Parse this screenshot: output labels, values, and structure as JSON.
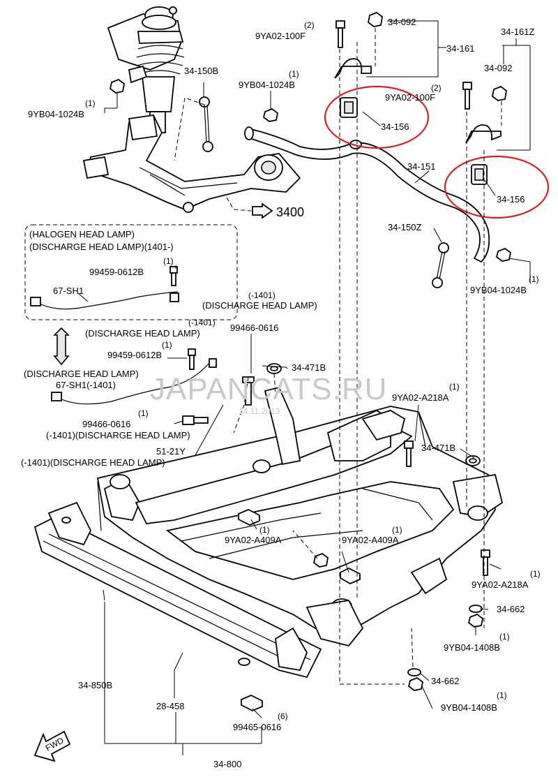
{
  "diagram": {
    "callouts": {
      "c34_092_top": "34-092",
      "c9ya02_100f_top_qty": "(2)",
      "c9ya02_100f_top": "9YA02-100F",
      "c34_161": "34-161",
      "c34_161z": "34-161Z",
      "c34_092_right": "34-092",
      "c9ya02_100f_right_qty": "(2)",
      "c9ya02_100f_right": "9YA02-100F",
      "c34_150b": "34-150B",
      "c9yb04_1024b_mid_qty": "(1)",
      "c9yb04_1024b_mid": "9YB04-1024B",
      "c9yb04_1024b_left_qty": "(1)",
      "c9yb04_1024b_left": "9YB04-1024B",
      "c34_156_a": "34-156",
      "c34_156_b": "34-156",
      "c34_151": "34-151",
      "c34_150z": "34-150Z",
      "c9yb04_1024b_right_qty": "(1)",
      "c9yb04_1024b_right": "9YB04-1024B",
      "c3400": "3400",
      "halogen_line1": "(HALOGEN HEAD LAMP)",
      "halogen_line2": "(DISCHARGE HEAD LAMP)(1401-)",
      "c99459_top_qty": "(1)",
      "c99459_top": "99459-0612B",
      "c67_sh1_top": "67-SH1",
      "discharge_1401_qty": "(-1401)",
      "discharge_1401_label": "(DISCHARGE HEAD LAMP)",
      "c99466_top": "99466-0616",
      "discharge_mid_qty": "(-1401)",
      "discharge_mid_label": "(DISCHARGE HEAD LAMP)",
      "c99459_mid_qty": "(1)",
      "c99459_mid": "99459-0612B",
      "c34_471b_top": "34-471B",
      "discharge_left_label": "(DISCHARGE HEAD LAMP)",
      "c67_sh1_mid": "67-SH1(-1401)",
      "c99466_mid_qty": "(1)",
      "c99466_mid": "99466-0616",
      "c99466_mid_note": "(-1401)(DISCHARGE HEAD LAMP)",
      "c51_21y": "51-21Y",
      "c51_21y_note": "(-1401)(DISCHARGE HEAD LAMP)",
      "c9ya02_a218a_top_qty": "(1)",
      "c9ya02_a218a_top": "9YA02-A218A",
      "c34_471b_right": "34-471B",
      "c9ya02_a409a_left_qty": "(1)",
      "c9ya02_a409a_left": "9YA02-A409A",
      "c9ya02_a409a_mid_qty": "(1)",
      "c9ya02_a409a_mid": "9YA02-A409A",
      "c9ya02_a218a_bottom_qty": "(1)",
      "c9ya02_a218a_bottom": "9YA02-A218A",
      "c34_662_top": "34-662",
      "c9yb04_1408b_top_qty": "(1)",
      "c9yb04_1408b_top": "9YB04-1408B",
      "c34_850b": "34-850B",
      "c28_458": "28-458",
      "c34_662_bottom": "34-662",
      "c9yb04_1408b_bottom_qty": "(1)",
      "c9yb04_1408b_bottom": "9YB04-1408B",
      "c99465_qty": "(6)",
      "c99465": "99465-0616",
      "c34_800": "34-800",
      "fwd": "FWD"
    },
    "watermark": "JAPANCATS.RU",
    "stamp": "14.11.2013",
    "highlight_color": "#d42020"
  }
}
